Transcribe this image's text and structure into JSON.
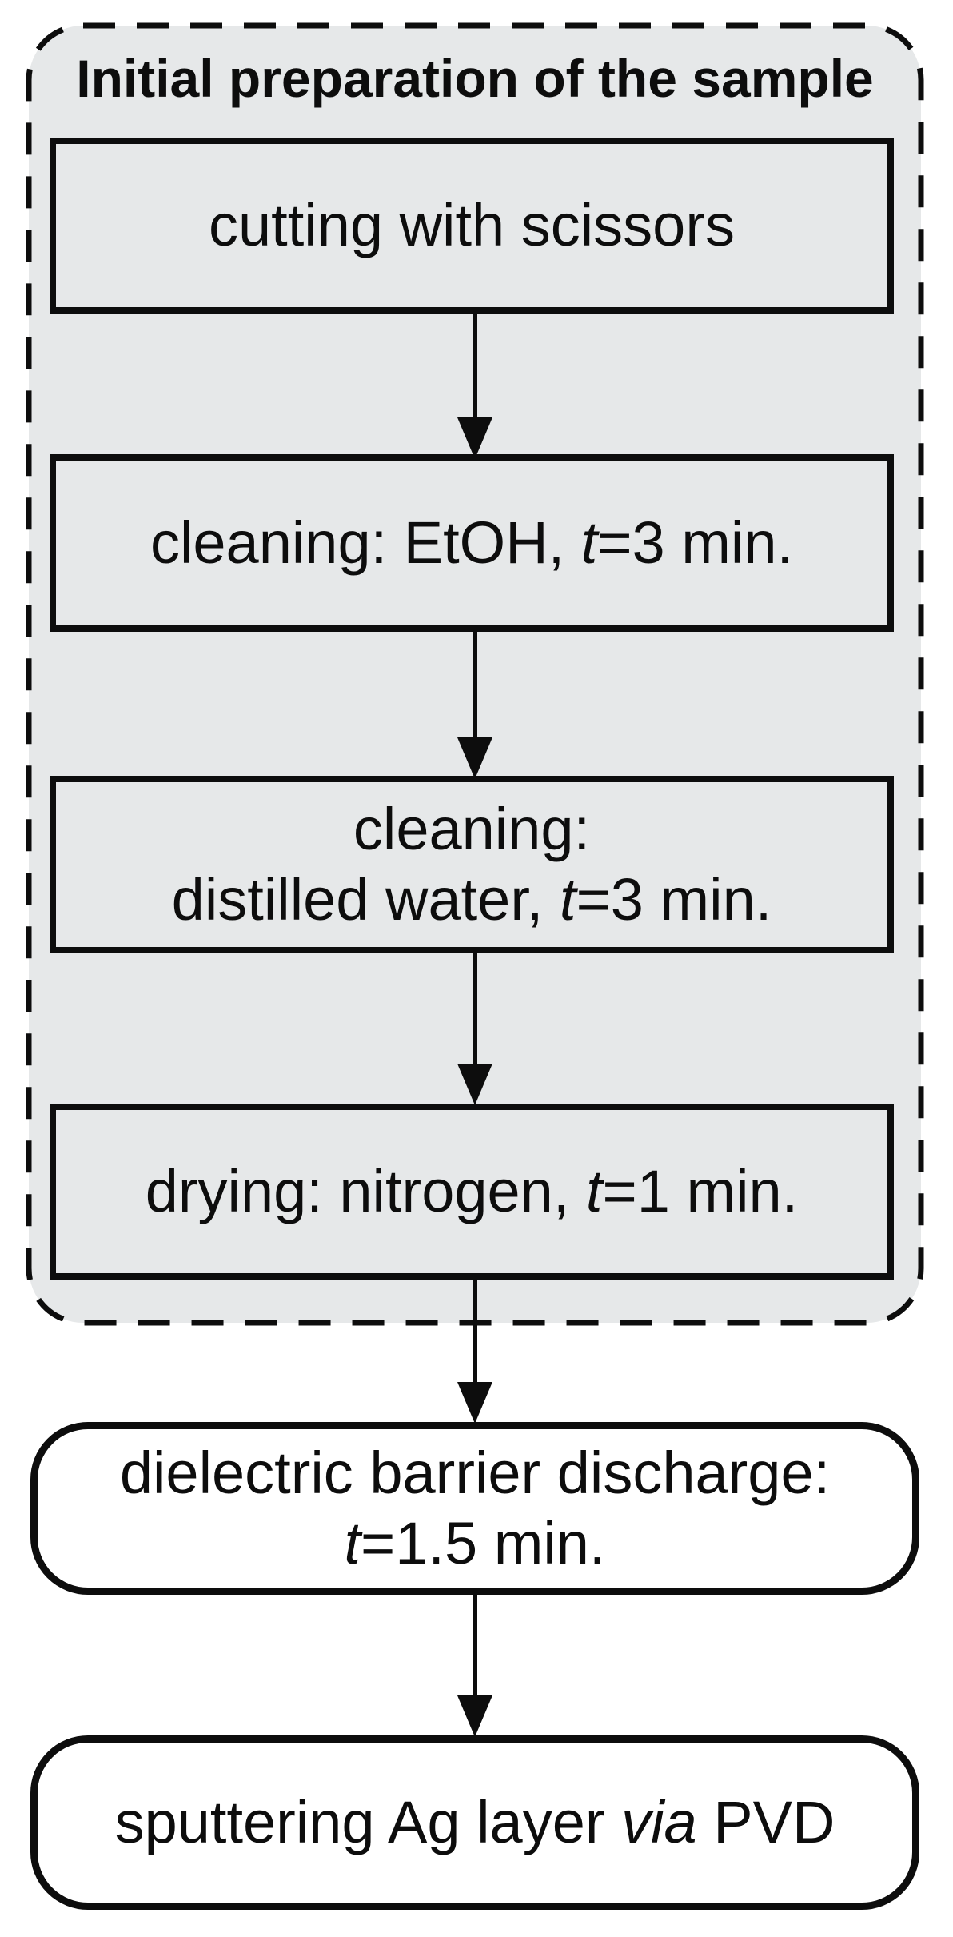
{
  "group": {
    "title": "Initial preparation of the sample"
  },
  "steps": [
    {
      "name": "cutting",
      "shape": "rect",
      "lines": [
        [
          {
            "t": "cutting with scissors"
          }
        ]
      ]
    },
    {
      "name": "cleaning-etoh",
      "shape": "rect",
      "lines": [
        [
          {
            "t": "cleaning: EtOH, "
          },
          {
            "t": "t",
            "i": true
          },
          {
            "t": "=3 min."
          }
        ]
      ]
    },
    {
      "name": "cleaning-distilled-water",
      "shape": "rect",
      "lines": [
        [
          {
            "t": "cleaning:"
          }
        ],
        [
          {
            "t": "distilled water, "
          },
          {
            "t": "t",
            "i": true
          },
          {
            "t": "=3 min."
          }
        ]
      ]
    },
    {
      "name": "drying",
      "shape": "rect",
      "lines": [
        [
          {
            "t": "drying: nitrogen, "
          },
          {
            "t": "t",
            "i": true
          },
          {
            "t": "=1 min."
          }
        ]
      ]
    },
    {
      "name": "dielectric-barrier-discharge",
      "shape": "rounded",
      "lines": [
        [
          {
            "t": "dielectric barrier discharge:"
          }
        ],
        [
          {
            "t": "t",
            "i": true
          },
          {
            "t": "=1.5 min."
          }
        ]
      ]
    },
    {
      "name": "sputtering-ag-layer",
      "shape": "rounded",
      "lines": [
        [
          {
            "t": "sputtering Ag layer "
          },
          {
            "t": "via",
            "i": true
          },
          {
            "t": " PVD"
          }
        ]
      ]
    }
  ],
  "colors": {
    "group_fill": "#e6e8e9",
    "box_fill": "#e6e8e9",
    "rounded_fill": "#ffffff",
    "stroke": "#0d0d0d"
  }
}
